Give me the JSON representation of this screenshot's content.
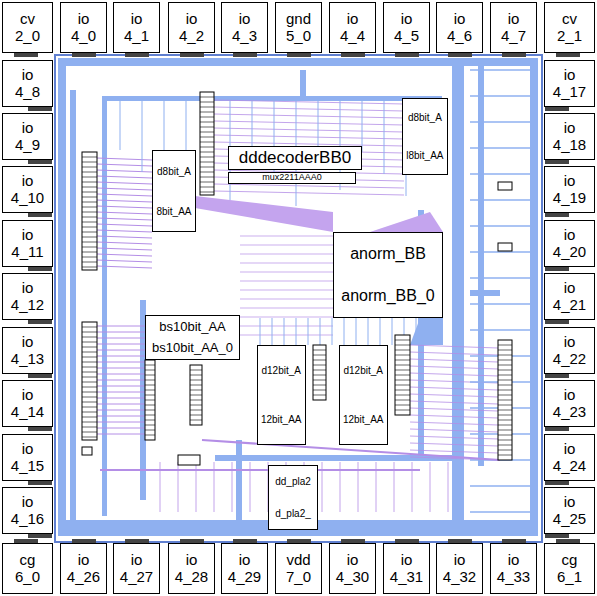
{
  "diagram": {
    "nodes": [
      {
        "text": [
          "cv 2_0"
        ]
      },
      {
        "text": [
          "io 4_0"
        ]
      },
      {
        "text": [
          "io 4_1"
        ]
      },
      {
        "text": [
          "io 4_2"
        ]
      },
      {
        "text": [
          "io 4_3"
        ]
      },
      {
        "text": [
          "gnd 5_0"
        ]
      },
      {
        "text": [
          "io 4_4"
        ]
      },
      {
        "text": [
          "io 4_5"
        ]
      },
      {
        "text": [
          "io 4_6"
        ]
      },
      {
        "text": [
          "io 4_7"
        ]
      },
      {
        "text": [
          "cv 2_1"
        ]
      },
      {
        "text": [
          "io 4_8"
        ]
      },
      {
        "text": [
          "io 4_9"
        ]
      },
      {
        "text": [
          "io 4_10"
        ]
      },
      {
        "text": [
          "io 4_11"
        ]
      },
      {
        "text": [
          "io 4_12"
        ]
      },
      {
        "text": [
          "io 4_13"
        ]
      },
      {
        "text": [
          "io 4_14"
        ]
      },
      {
        "text": [
          "io 4_15"
        ]
      },
      {
        "text": [
          "io 4_16"
        ]
      },
      {
        "text": [
          "io 4_17"
        ]
      },
      {
        "text": [
          "io 4_18"
        ]
      },
      {
        "text": [
          "io 4_19"
        ]
      },
      {
        "text": [
          "io 4_20"
        ]
      },
      {
        "text": [
          "io 4_21"
        ]
      },
      {
        "text": [
          "io 4_22"
        ]
      },
      {
        "text": [
          "io 4_23"
        ]
      },
      {
        "text": [
          "io 4_24"
        ]
      },
      {
        "text": [
          "io 4_25"
        ]
      },
      {
        "text": [
          "cg 6_0"
        ]
      },
      {
        "text": [
          "io 4_26"
        ]
      },
      {
        "text": [
          "io 4_27"
        ]
      },
      {
        "text": [
          "io 4_28"
        ]
      },
      {
        "text": [
          "io 4_29"
        ]
      },
      {
        "text": [
          "vdd 7_0"
        ]
      },
      {
        "text": [
          "io 4_30"
        ]
      },
      {
        "text": [
          "io 4_31"
        ]
      },
      {
        "text": [
          "io 4_32"
        ]
      },
      {
        "text": [
          "io 4_33"
        ]
      },
      {
        "text": [
          "cg 6_1"
        ]
      },
      {
        "text": [
          "d8bit_A",
          "l8bit_AA"
        ]
      },
      {
        "text": [
          "d8bit_A",
          "8bit_AA"
        ]
      },
      {
        "text": [
          "dddecoderBB0"
        ]
      },
      {
        "text": [
          "mux2211AAA0"
        ]
      },
      {
        "text": [
          "anorm_BB",
          "anorm_BB_0"
        ]
      },
      {
        "text": [
          "bs10bit_AA",
          "bs10bit_AA_0"
        ]
      },
      {
        "text": [
          "d12bit_A",
          "12bit_AA"
        ]
      },
      {
        "text": [
          "d12bit_A",
          "12bit_AA"
        ]
      },
      {
        "text": [
          "dd_pla2",
          "d_pla2_"
        ]
      }
    ]
  }
}
